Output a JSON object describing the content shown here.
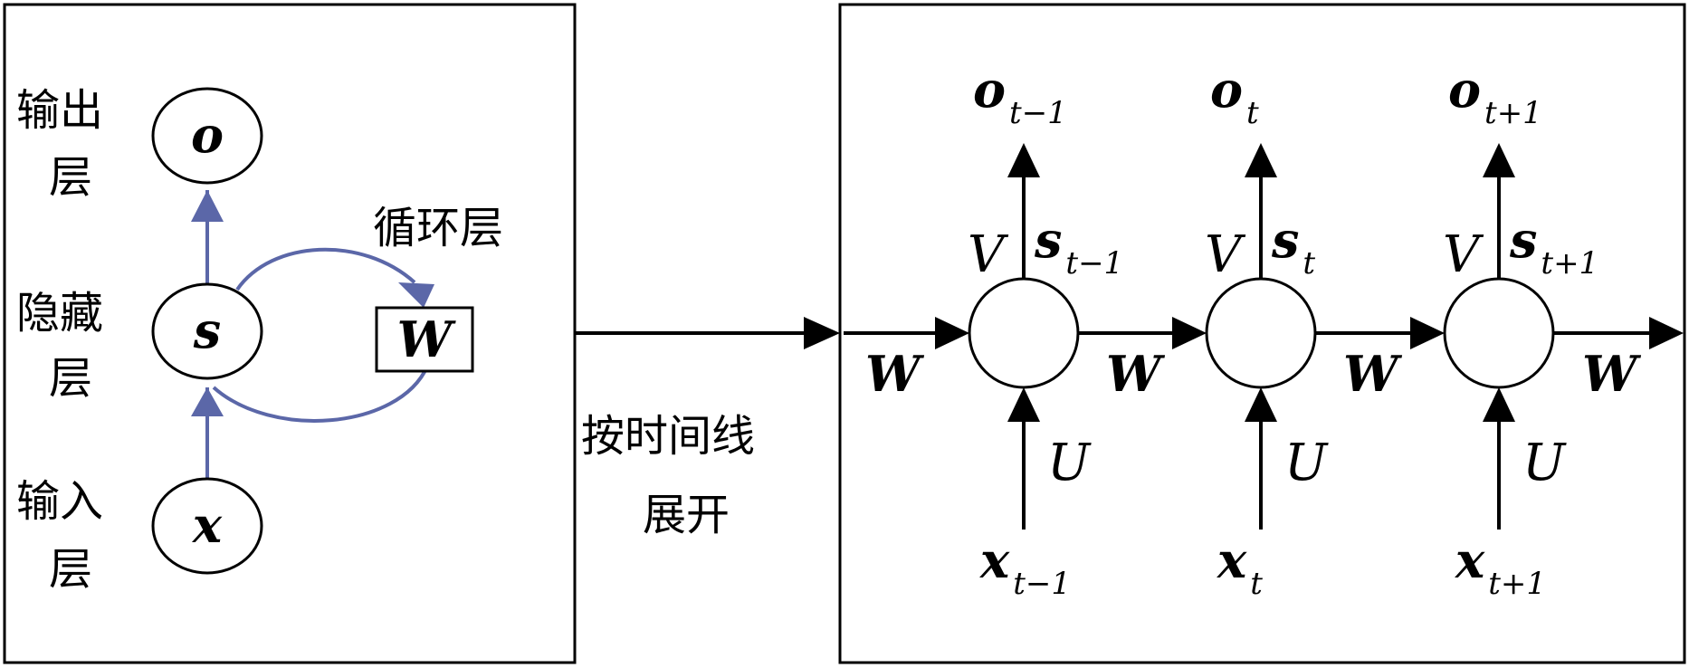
{
  "left_panel": {
    "output_label": [
      "输出",
      "层"
    ],
    "hidden_label": [
      "隐藏",
      "层"
    ],
    "input_label": [
      "输入",
      "层"
    ],
    "recurrent_label": "循环层",
    "output_node": "o",
    "hidden_node": "s",
    "input_node": "x",
    "weight_box": "W"
  },
  "unfold_label": [
    "按时间线",
    "展开"
  ],
  "right_panel": {
    "weight_symbol": "W",
    "output_weight_symbol": "V",
    "input_weight_symbol": "U",
    "output_symbol": "o",
    "state_symbol": "s",
    "input_symbol": "x",
    "steps": [
      {
        "subscript": "t−1"
      },
      {
        "subscript": "t"
      },
      {
        "subscript": "t+1"
      }
    ]
  },
  "colors": {
    "recurrent_arrows": "#5b67a8",
    "lines": "#000000"
  }
}
